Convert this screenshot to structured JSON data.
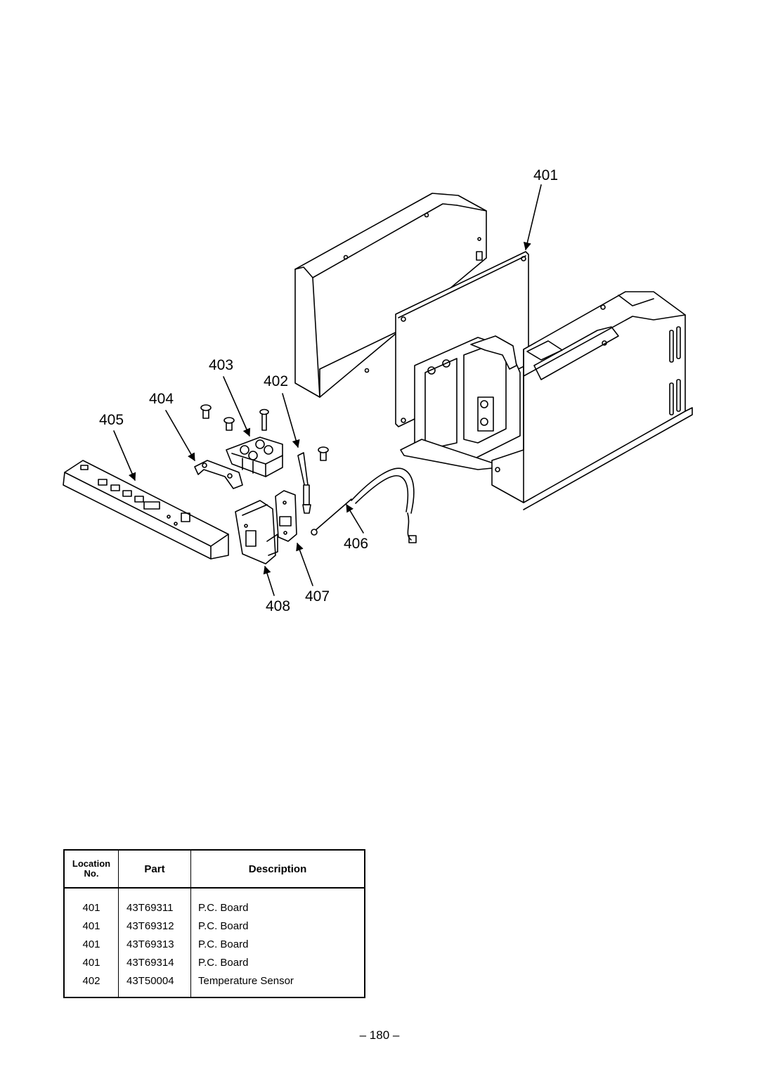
{
  "callouts": [
    {
      "id": "401",
      "text": "401"
    },
    {
      "id": "402",
      "text": "402"
    },
    {
      "id": "403",
      "text": "403"
    },
    {
      "id": "404",
      "text": "404"
    },
    {
      "id": "405",
      "text": "405"
    },
    {
      "id": "406",
      "text": "406"
    },
    {
      "id": "407",
      "text": "407"
    },
    {
      "id": "408",
      "text": "408"
    }
  ],
  "parts_table": {
    "headers": {
      "location_line1": "Location",
      "location_line2": "No.",
      "part": "Part",
      "description": "Description"
    },
    "rows": [
      {
        "location": "401",
        "part": "43T69311",
        "description": "P.C. Board"
      },
      {
        "location": "401",
        "part": "43T69312",
        "description": "P.C. Board"
      },
      {
        "location": "401",
        "part": "43T69313",
        "description": "P.C. Board"
      },
      {
        "location": "401",
        "part": "43T69314",
        "description": "P.C. Board"
      },
      {
        "location": "402",
        "part": "43T50004",
        "description": "Temperature Sensor"
      }
    ]
  },
  "page_number": "– 180 –"
}
